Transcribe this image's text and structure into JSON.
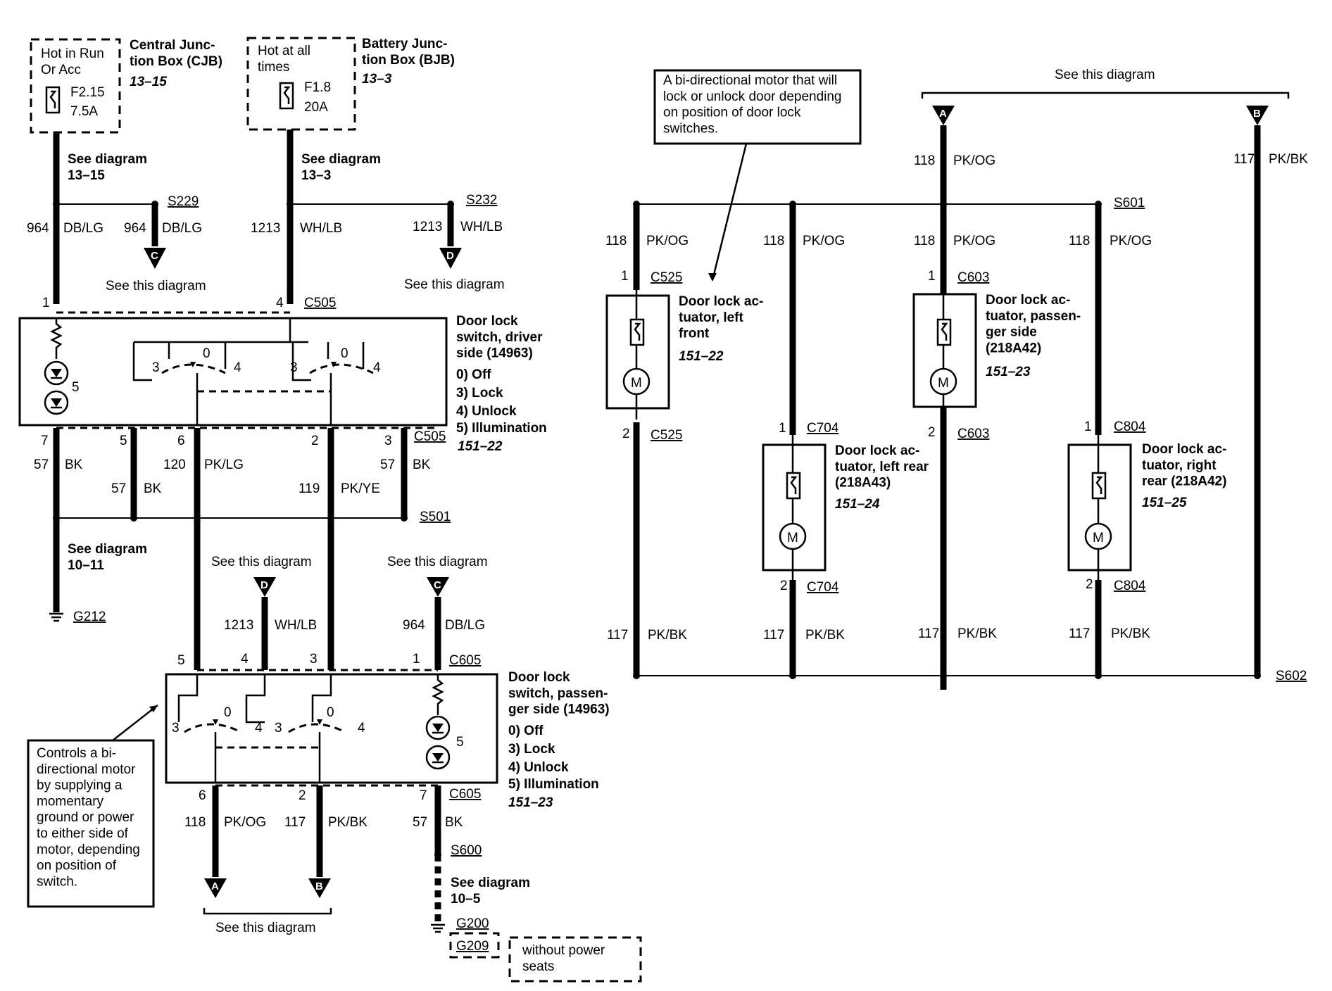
{
  "fuses": [
    {
      "cond": "Hot in Run\nOr Acc",
      "id": "F2.15",
      "amp": "7.5A",
      "box": "Central Junc-\ntion Box (CJB)",
      "ref": "13–15",
      "see": "See diagram\n13–15"
    },
    {
      "cond": "Hot at all\ntimes",
      "id": "F1.8",
      "amp": "20A",
      "box": "Battery Junc-\ntion Box (BJB)",
      "ref": "13–3",
      "see": "See diagram\n13–3"
    }
  ],
  "splices": {
    "s229": "S229",
    "s232": "S232",
    "s501": "S501",
    "s600": "S600",
    "s601": "S601",
    "s602": "S602"
  },
  "grounds": {
    "g212": "G212",
    "g200": "G200",
    "g209": "G209",
    "g209_note": "without power\nseats"
  },
  "see_diagram": {
    "this": "See this diagram",
    "d1011": "See diagram\n10–11",
    "d105": "See diagram\n10–5"
  },
  "connectors": {
    "c505": "C505",
    "c605": "C605",
    "c525": "C525",
    "c603": "C603",
    "c704": "C704",
    "c804": "C804"
  },
  "wires": {
    "w964": "964",
    "dblg": "DB/LG",
    "w1213": "1213",
    "whlb": "WH/LB",
    "w57": "57",
    "bk": "BK",
    "w120": "120",
    "pklg": "PK/LG",
    "w119": "119",
    "pkye": "PK/YE",
    "w118": "118",
    "pkog": "PK/OG",
    "w117": "117",
    "pkbk": "PK/BK"
  },
  "pins": {
    "p1": "1",
    "p2": "2",
    "p3": "3",
    "p4": "4",
    "p5": "5",
    "p6": "6",
    "p7": "7",
    "p0": "0"
  },
  "components": {
    "driver_switch": "Door lock\nswitch, driver\nside (14963)",
    "pass_switch": "Door lock\nswitch, passen-\nger side (14963)",
    "modes": [
      "0)   Off",
      "3)   Lock",
      "4)   Unlock",
      "5)   Illumination"
    ],
    "driver_ref": "151–22",
    "pass_ref": "151–23",
    "act_lf": "Door lock ac-\ntuator, left\nfront",
    "act_lf_ref": "151–22",
    "act_ps": "Door lock ac-\ntuator, passen-\nger side\n(218A42)",
    "act_ps_ref": "151–23",
    "act_lr": "Door lock ac-\ntuator, left rear\n(218A43)",
    "act_lr_ref": "151–24",
    "act_rr": "Door lock ac-\ntuator, right\nrear (218A42)",
    "act_rr_ref": "151–25"
  },
  "notes": {
    "motor": "A bi-directional motor that will\nlock or unlock door depending\non position of door lock\nswitches.",
    "switch": "Controls a bi-\ndirectional motor\nby supplying a\nmomentary\nground or power\nto either side of\nmotor, depending\non position of\nswitch."
  },
  "arrows": {
    "a": "A",
    "b": "B",
    "c": "C",
    "d": "D"
  },
  "motor_symbol": "M"
}
